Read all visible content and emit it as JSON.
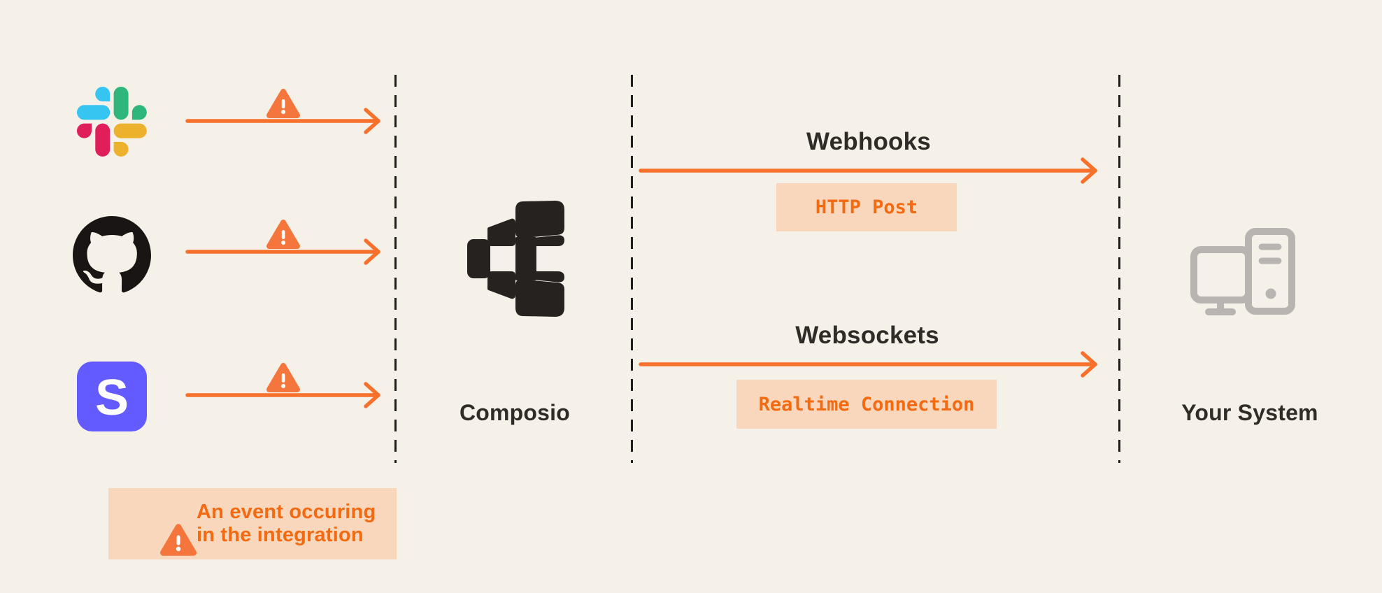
{
  "palette": {
    "bg": "#F5F1E9",
    "ink": "#2F2C28",
    "orange": "#F7702C",
    "orange-deep": "#F26A12",
    "peach": "#F9D7BC",
    "gray": "#B7B4B1",
    "dash": "#1F1D1B",
    "composio": "#262220",
    "stripe": "#635BFF",
    "tri": "#F5763C",
    "slack-blue": "#36C5F0",
    "slack-green": "#2EB67D",
    "slack-yellow": "#ECB22E",
    "slack-red": "#E01E5A",
    "github-black": "#191514"
  },
  "sources": [
    {
      "name": "Slack"
    },
    {
      "name": "GitHub"
    },
    {
      "name": "Stripe",
      "glyph": "S"
    }
  ],
  "hub": {
    "label": "Composio"
  },
  "channels": [
    {
      "title": "Webhooks",
      "badge": "HTTP Post"
    },
    {
      "title": "Websockets",
      "badge": "Realtime Connection"
    }
  ],
  "destination": {
    "label": "Your System"
  },
  "legend": {
    "line1": "An event occuring",
    "line2": "in the integration"
  }
}
